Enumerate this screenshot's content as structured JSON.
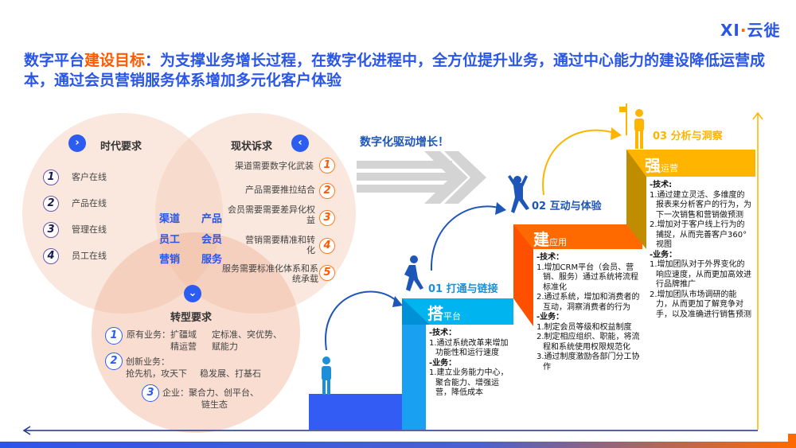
{
  "logo": {
    "mark": "XI",
    "name": "云徙"
  },
  "headline": {
    "prefix": "数字平台",
    "highlight": "建设目标",
    "rest": "：为支撑业务增长过程，在数字化进程中，全方位提升业务，通过中心能力的建设降低运营成本，通过会员营销服务体系增加多元化客户体验"
  },
  "venn": {
    "era": {
      "title": "时代要求",
      "items": [
        "客户在线",
        "产品在线",
        "管理在线",
        "员工在线"
      ],
      "nums": [
        "1",
        "2",
        "3",
        "4"
      ]
    },
    "status": {
      "title": "现状诉求",
      "items": [
        "渠道需要数字化武装",
        "产品需要推拉结合",
        "会员需要需要差异化权益",
        "营销需要精准和转化",
        "服务需要标准化体系和系统承载"
      ],
      "nums": [
        "1",
        "2",
        "3",
        "4",
        "5"
      ]
    },
    "core": [
      "渠道",
      "产品",
      "员工",
      "会员",
      "营销",
      "服务"
    ],
    "transform": {
      "title": "转型要求",
      "items": [
        {
          "num": "1",
          "a": "原有业务：扩疆域",
          "a2": "精运营",
          "b": "定标准、突优势、",
          "b2": "赋能力"
        },
        {
          "num": "2",
          "a": "创新业务：",
          "a2": "抢先机，攻天下",
          "b2": "稳发展、打基石"
        },
        {
          "num": "3",
          "a": "企业：聚合力、创平台、",
          "a2": "链生态"
        }
      ]
    }
  },
  "arrow_label": "数字化驱动增长！",
  "steps": [
    {
      "label": "01 打通与链接",
      "big": "搭",
      "small": "平台",
      "tech_h": "-技术：",
      "tech": [
        "1.通过系统改革来增加功能性和运行速度"
      ],
      "biz_h": "-业务：",
      "biz": [
        "1.建立业务能力中心，聚合能力、增强运营，降低成本"
      ]
    },
    {
      "label": "02 互动与体验",
      "big": "建",
      "small": "应用",
      "tech_h": "-技术：",
      "tech": [
        "1.增加CRM平台（会员、营销、服务）通过系统将流程标准化",
        "2.通过系统，增加和消费者的互动，洞察消费者的行为"
      ],
      "biz_h": "-业务：",
      "biz": [
        "1.制定会员等级和权益制度",
        "2.制定相应组织、职能，将流程和系统使用权限规范化",
        "3.通过制度激励各部门分工协作"
      ]
    },
    {
      "label": "03 分析与洞察",
      "big": "强",
      "small": "运营",
      "tech_h": "-技术:",
      "tech": [
        "1.通过建立灵活、多维度的报表来分析客户的行为，为下一次销售和营销做预测",
        "2.增加对于客户线上行为的捕捉，从而完善客户360°视图"
      ],
      "biz_h": "-业务：",
      "biz": [
        "1.增加团队对于外界变化的响应速度，从而更加高效进行品牌推广",
        "2.增加团队市场调研的能力，从而更加了解竞争对手，以及准确进行销售预测"
      ]
    }
  ],
  "colors": {
    "blue": "#2a56e8",
    "cyan": "#00b4f0",
    "orange": "#ff6a00",
    "yellow": "#ffb400"
  }
}
